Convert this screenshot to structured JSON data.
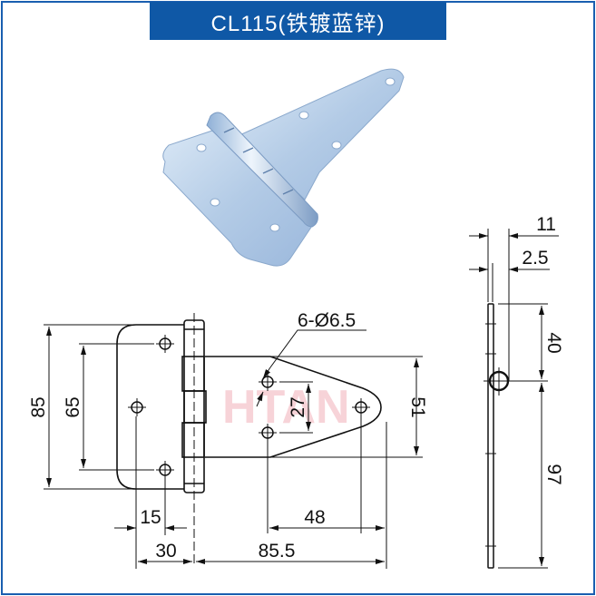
{
  "header": {
    "title": "CL115(铁镀蓝锌)"
  },
  "colors": {
    "title_bg": "#0f58a6",
    "border": "#1a5eb0",
    "line": "#111111",
    "watermark": "#f7d3d8",
    "metal_light": "#c9dcef",
    "metal_mid": "#a9c3e0",
    "metal_dark": "#7f9fc4"
  },
  "watermark": "HTAN",
  "product_photo": {
    "label": "blue zinc plated steel T-hinge photo"
  },
  "front_view": {
    "hole_callout": "6-Ø6.5",
    "dimensions": {
      "overall_height": "85",
      "hole_spacing_left": "65",
      "hole_spacing_right": "27",
      "leaf_width_right": "51",
      "offset_15": "15",
      "offset_30": "30",
      "length_85_5": "85.5",
      "hole_to_tip_48": "48"
    }
  },
  "side_view": {
    "dimensions": {
      "knuckle_11": "11",
      "thickness_2_5": "2.5",
      "upper_40": "40",
      "lower_97": "97"
    }
  }
}
